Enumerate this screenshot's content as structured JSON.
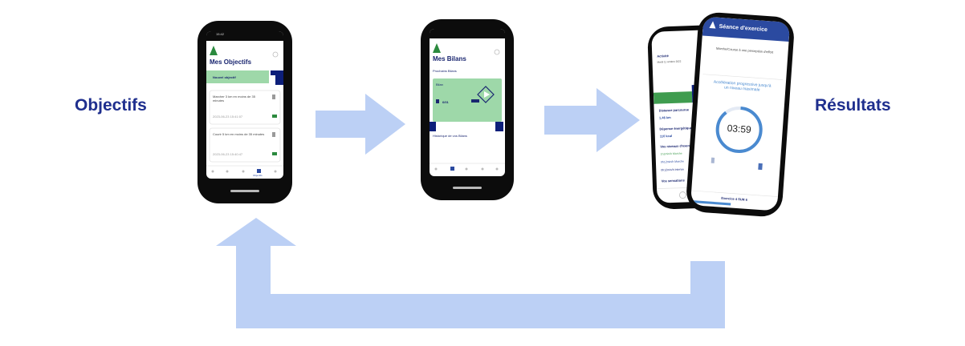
{
  "labels": {
    "left": "Objectifs",
    "right": "Résultats"
  },
  "phone1": {
    "status_time": "15:42",
    "title": "Mes Objectifs",
    "new_goal_button": "Nouvel objectif",
    "goals": [
      {
        "text": "Marcher 3 km en moins de 35 minutes",
        "date": "2023-06-23 15:41:07"
      },
      {
        "text": "Courir 5 km en moins de 35 minutes",
        "date": "2023-06-23 15:40:47"
      }
    ],
    "nav_active": "Objectifs"
  },
  "phone2": {
    "title": "Mes Bilans",
    "subtitle": "Prochains Bilans",
    "card_label": "Bilan",
    "card_value": "6/01",
    "history_label": "Historique de vos Bilans"
  },
  "phone3": {
    "label": "Activité",
    "date_text": "Mardi 11 octobre 2022",
    "distance_label": "Distance parcourue",
    "distance_value": "1,46 km",
    "energy_label": "Dépense énergétique",
    "energy_value": "110 kcal",
    "intensity_label": "Vos niveaux d'exercice",
    "levels": [
      "1h1min/h Marche",
      "0h12min/h Marche",
      "0h12min/h Intense"
    ],
    "sensation_label": "Vos sensations"
  },
  "phone4": {
    "title": "Séance d'exercice",
    "instruction": "Marche/Course à une perception d'effort",
    "highlight": "Accélération progressive jusqu'à un niveau maximale",
    "timer": "03:59",
    "footer": "Exercice 4 SUR 6"
  },
  "colors": {
    "arrow": "#bcd0f5",
    "label": "#1f2f8e",
    "brand_navy": "#0d1f7a",
    "brand_green": "#9ed8a9",
    "timer_ring": "#4a8ad0"
  }
}
